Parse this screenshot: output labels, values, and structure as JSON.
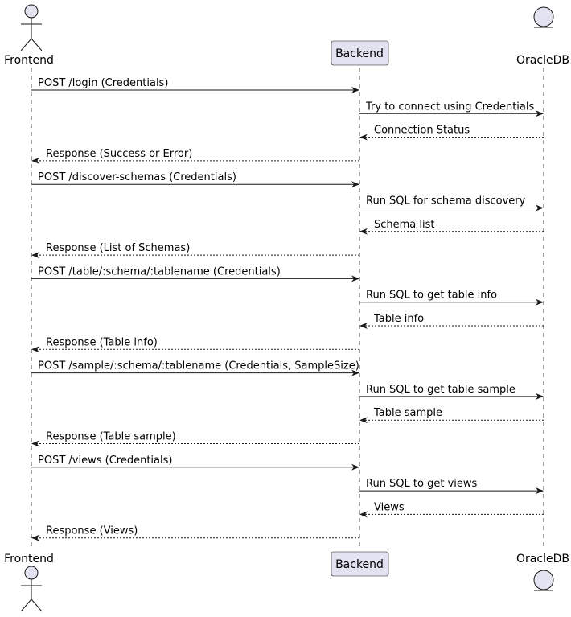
{
  "participants": [
    {
      "id": "frontend",
      "label": "Frontend",
      "kind": "actor"
    },
    {
      "id": "backend",
      "label": "Backend",
      "kind": "participant"
    },
    {
      "id": "oracledb",
      "label": "OracleDB",
      "kind": "entity"
    }
  ],
  "messages": [
    {
      "from": "frontend",
      "to": "backend",
      "label": "POST /login (Credentials)",
      "style": "solid"
    },
    {
      "from": "backend",
      "to": "oracledb",
      "label": "Try to connect using Credentials",
      "style": "solid"
    },
    {
      "from": "oracledb",
      "to": "backend",
      "label": "Connection Status",
      "style": "dashed"
    },
    {
      "from": "backend",
      "to": "frontend",
      "label": "Response (Success or Error)",
      "style": "dashed"
    },
    {
      "from": "frontend",
      "to": "backend",
      "label": "POST /discover-schemas (Credentials)",
      "style": "solid"
    },
    {
      "from": "backend",
      "to": "oracledb",
      "label": "Run SQL for schema discovery",
      "style": "solid"
    },
    {
      "from": "oracledb",
      "to": "backend",
      "label": "Schema list",
      "style": "dashed"
    },
    {
      "from": "backend",
      "to": "frontend",
      "label": "Response (List of Schemas)",
      "style": "dashed"
    },
    {
      "from": "frontend",
      "to": "backend",
      "label": "POST /table/:schema/:tablename (Credentials)",
      "style": "solid"
    },
    {
      "from": "backend",
      "to": "oracledb",
      "label": "Run SQL to get table info",
      "style": "solid"
    },
    {
      "from": "oracledb",
      "to": "backend",
      "label": "Table info",
      "style": "dashed"
    },
    {
      "from": "backend",
      "to": "frontend",
      "label": "Response (Table info)",
      "style": "dashed"
    },
    {
      "from": "frontend",
      "to": "backend",
      "label": "POST /sample/:schema/:tablename (Credentials, SampleSize)",
      "style": "solid"
    },
    {
      "from": "backend",
      "to": "oracledb",
      "label": "Run SQL to get table sample",
      "style": "solid"
    },
    {
      "from": "oracledb",
      "to": "backend",
      "label": "Table sample",
      "style": "dashed"
    },
    {
      "from": "backend",
      "to": "frontend",
      "label": "Response (Table sample)",
      "style": "dashed"
    },
    {
      "from": "frontend",
      "to": "backend",
      "label": "POST /views (Credentials)",
      "style": "solid"
    },
    {
      "from": "backend",
      "to": "oracledb",
      "label": "Run SQL to get views",
      "style": "solid"
    },
    {
      "from": "oracledb",
      "to": "backend",
      "label": "Views",
      "style": "dashed"
    },
    {
      "from": "backend",
      "to": "frontend",
      "label": "Response (Views)",
      "style": "dashed"
    }
  ]
}
